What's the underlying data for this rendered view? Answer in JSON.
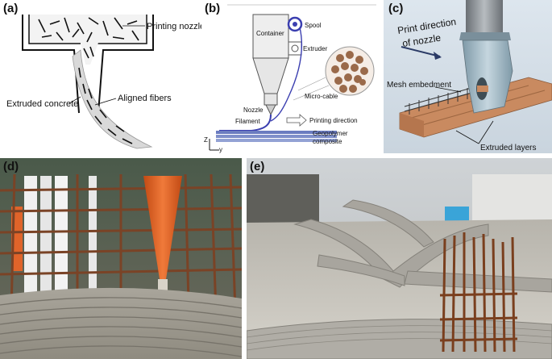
{
  "panels": {
    "a": {
      "label": "(a)",
      "texts": {
        "nozzle": "Printing nozzle",
        "concrete": "Extruded concrete",
        "fibers": "Aligned fibers"
      }
    },
    "b": {
      "label": "(b)",
      "texts": {
        "spool": "Spool",
        "container": "Container",
        "extruder": "Extruder",
        "microcable": "Micro-cable",
        "nozzle": "Nozzle",
        "filament": "Filament",
        "direction": "Printing direction",
        "geo1": "Geopolymer",
        "geo2": "composite",
        "axis_z": "Z",
        "axis_y": "y"
      }
    },
    "c": {
      "label": "(c)",
      "texts": {
        "dir1": "Print direction",
        "dir2": "of nozzle",
        "mesh": "Mesh embedment",
        "layers": "Extruded layers"
      }
    },
    "d": {
      "label": "(d)"
    },
    "e": {
      "label": "(e)"
    }
  },
  "colors": {
    "concrete_gray": "#d9d9d9",
    "cable_blue": "#3b3fb0",
    "nozzle_orange": "#e8631f",
    "rebar_rust": "#8a4a25",
    "brick": "#c98a60"
  }
}
